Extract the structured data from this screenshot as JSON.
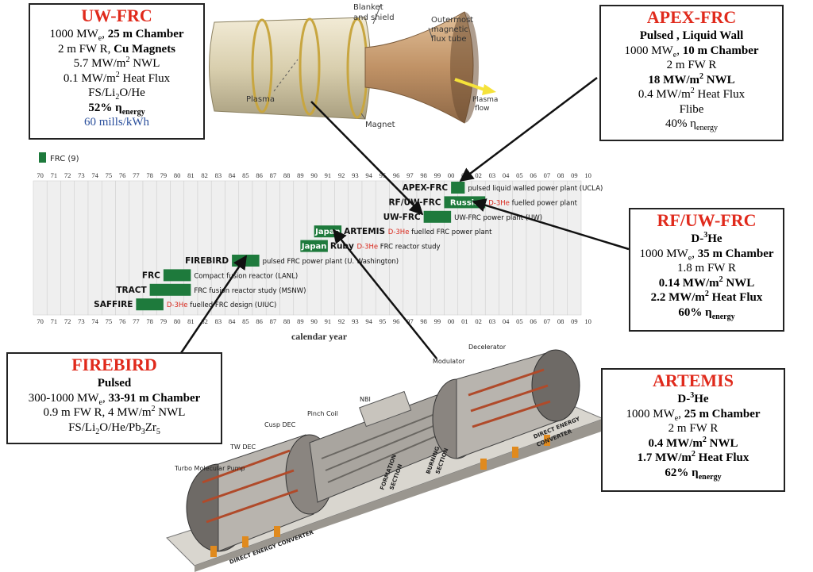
{
  "legend": {
    "label": "FRC (9)"
  },
  "timeline": {
    "years": [
      "70",
      "71",
      "72",
      "73",
      "74",
      "75",
      "76",
      "77",
      "78",
      "79",
      "80",
      "81",
      "82",
      "83",
      "84",
      "85",
      "86",
      "87",
      "88",
      "89",
      "90",
      "91",
      "92",
      "93",
      "94",
      "95",
      "96",
      "97",
      "98",
      "99",
      "00",
      "01",
      "02",
      "03",
      "04",
      "05",
      "06",
      "07",
      "08",
      "09",
      "10"
    ],
    "xlabel": "calendar year",
    "rows": [
      {
        "name": "APEX-FRC",
        "pre": "",
        "desc": "pulsed liquid walled power plant (UCLA)",
        "bar_start": 30,
        "bar_end": 31,
        "bar_text": ""
      },
      {
        "name": "RF/UW-FRC",
        "pre": "D-3He",
        "desc": "fuelled power plant",
        "bar_start": 29.5,
        "bar_end": 32.5,
        "bar_text": "Russia"
      },
      {
        "name": "UW-FRC",
        "pre": "",
        "desc": "UW-FRC power plant (UW)",
        "bar_start": 28,
        "bar_end": 30,
        "bar_text": ""
      },
      {
        "name": "ARTEMIS",
        "pre": "D-3He",
        "desc": "fuelled FRC power plant",
        "bar_start": 20,
        "bar_end": 22,
        "bar_text": "Japan"
      },
      {
        "name": "Ruby",
        "pre": "D-3He",
        "desc": "FRC reactor study",
        "bar_start": 19,
        "bar_end": 21,
        "bar_text": "Japan"
      },
      {
        "name": "FIREBIRD",
        "pre": "",
        "desc": "pulsed FRC power plant (U. Washington)",
        "bar_start": 14,
        "bar_end": 16,
        "bar_text": ""
      },
      {
        "name": "FRC",
        "pre": "",
        "desc": "Compact fusion reactor (LANL)",
        "bar_start": 9,
        "bar_end": 11,
        "bar_text": ""
      },
      {
        "name": "TRACT",
        "pre": "",
        "desc": "FRC fusion reactor study (MSNW)",
        "bar_start": 8,
        "bar_end": 11,
        "bar_text": ""
      },
      {
        "name": "SAFFIRE",
        "pre": "D-3He",
        "desc": "fuelled FRC design (UIUC)",
        "bar_start": 7,
        "bar_end": 9,
        "bar_text": ""
      }
    ]
  },
  "boxes": {
    "uw": {
      "title": "UW-FRC",
      "l1a": "1000 MW",
      "l1sub": "e",
      "l1b": ", ",
      "l1c": "25 m Chamber",
      "l2a": "2 m FW R, ",
      "l2b": "Cu Magnets",
      "l3a": "5.7 MW/m",
      "l3sup": "2",
      "l3b": " NWL",
      "l4a": "0.1 MW/m",
      "l4sup": "2",
      "l4b": " Heat Flux",
      "l5a": "FS/Li",
      "l5sub": "2",
      "l5b": "O/He",
      "l6a": "52% η",
      "l6sub": "energy",
      "l7": "60 mills/kWh"
    },
    "apex": {
      "title": "APEX-FRC",
      "l1": "Pulsed , Liquid Wall",
      "l2a": "1000 MW",
      "l2sub": "e",
      "l2b": ", ",
      "l2c": "10 m Chamber",
      "l3": "2 m FW R",
      "l4a": "18 MW/m",
      "l4sup": "2",
      "l4b": " NWL",
      "l5a": "0.4 MW/m",
      "l5sup": "2",
      "l5b": " Heat Flux",
      "l6": "Flibe",
      "l7a": "40% η",
      "l7sub": "energy"
    },
    "rf": {
      "title": "RF/UW-FRC",
      "l1a": "D-",
      "l1sup": "3",
      "l1b": "He",
      "l2a": "1000 MW",
      "l2sub": "e",
      "l2b": ", ",
      "l2c": "35 m Chamber",
      "l3": "1.8 m FW R",
      "l4a": "0.14 MW/m",
      "l4sup": "2",
      "l4b": " NWL",
      "l5a": "2.2 MW/m",
      "l5sup": "2",
      "l5b": " Heat Flux",
      "l6a": "60% η",
      "l6sub": "energy"
    },
    "firebird": {
      "title": "FIREBIRD",
      "l1": "Pulsed",
      "l2a": "300-1000 MW",
      "l2sub": "e",
      "l2b": ", ",
      "l2c": "33-91 m Chamber",
      "l3a": "0.9 m FW R, 4 MW/m",
      "l3sup": "2",
      "l3b": " NWL",
      "l4a": "FS/Li",
      "l4sub": "2",
      "l4b": "O/He/Pb",
      "l4sub2": "3",
      "l4c": "Zr",
      "l4sub3": "5"
    },
    "artemis": {
      "title": "ARTEMIS",
      "l1a": "D-",
      "l1sup": "3",
      "l1b": "He",
      "l2a": "1000 MW",
      "l2sub": "e",
      "l2b": ", ",
      "l2c": "25 m Chamber",
      "l3": "2 m FW R",
      "l4a": "0.4 MW/m",
      "l4sup": "2",
      "l4b": " NWL",
      "l5a": "1.7 MW/m",
      "l5sup": "2",
      "l5b": " Heat Flux",
      "l6a": "62% η",
      "l6sub": "energy"
    }
  },
  "top_illustration": {
    "labels": {
      "blanket": "Blanket",
      "shield": "and shield",
      "flux1": "Outermost",
      "flux2": "magnetic",
      "flux3": "flux tube",
      "plasma": "Plasma",
      "magnet": "Magnet",
      "pflow1": "Plasma",
      "pflow2": "flow"
    }
  },
  "bottom_illustration": {
    "labels": {
      "modulator": "Modulator",
      "decelerator": "Decelerator",
      "nbi": "NBI",
      "pinch": "Pinch Coil",
      "cusp": "Cusp DEC",
      "twdec": "TW DEC",
      "turbo": "Turbo Molecular Pump",
      "formation1": "FORMATION",
      "formation2": "SECTION",
      "burning1": "BURNING",
      "burning2": "SECTION",
      "dec_r1": "DIRECT ENERGY",
      "dec_r2": "CONVERTER",
      "dec_l": "DIRECT ENERGY CONVERTER"
    }
  },
  "colors": {
    "bar": "#1e7a3c",
    "accent": "#e02a1c",
    "d3he": "#d9281c",
    "box_blue": "#2a4f9c"
  }
}
